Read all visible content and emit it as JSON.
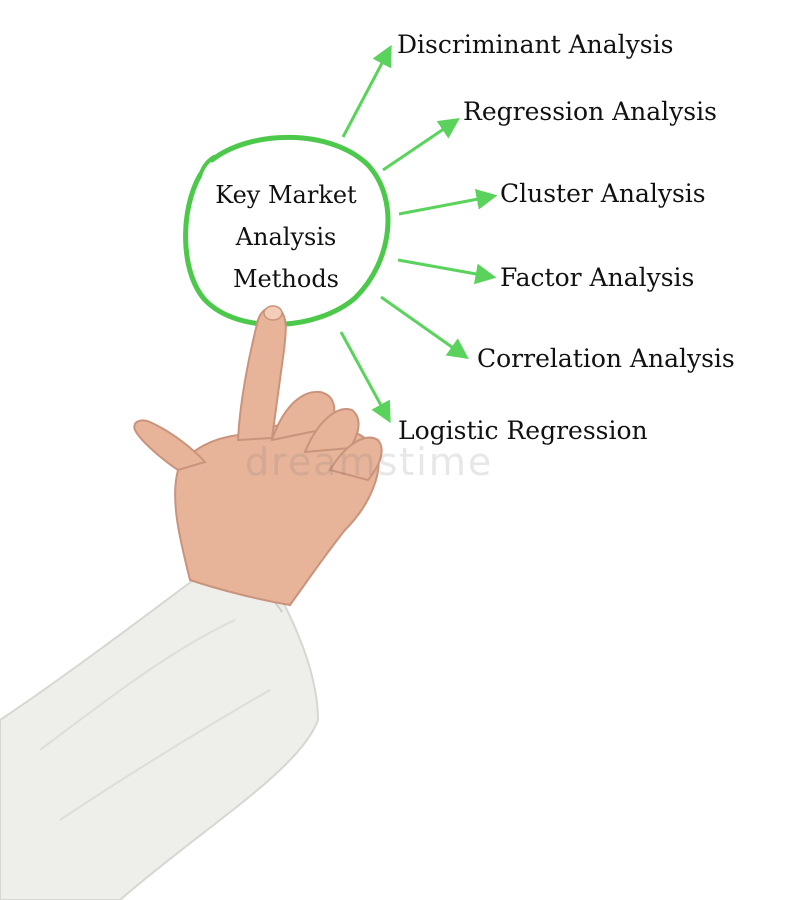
{
  "center": {
    "line1": "Key Market",
    "line2": "Analysis",
    "line3": "Methods"
  },
  "branches": [
    {
      "label": "Discriminant Analysis"
    },
    {
      "label": "Regression Analysis"
    },
    {
      "label": "Cluster Analysis"
    },
    {
      "label": "Factor Analysis"
    },
    {
      "label": "Correlation Analysis"
    },
    {
      "label": "Logistic Regression"
    }
  ],
  "watermark": "dreamstime",
  "colors": {
    "circle": "#4cc94a",
    "arrow": "#5ad35c",
    "text": "#111111",
    "background": "#ffffff",
    "sleeve": "#eeeeea",
    "skin": "#e7b49a"
  },
  "icons": {
    "hand": "pointing-hand-icon",
    "arrow": "arrow-icon"
  }
}
